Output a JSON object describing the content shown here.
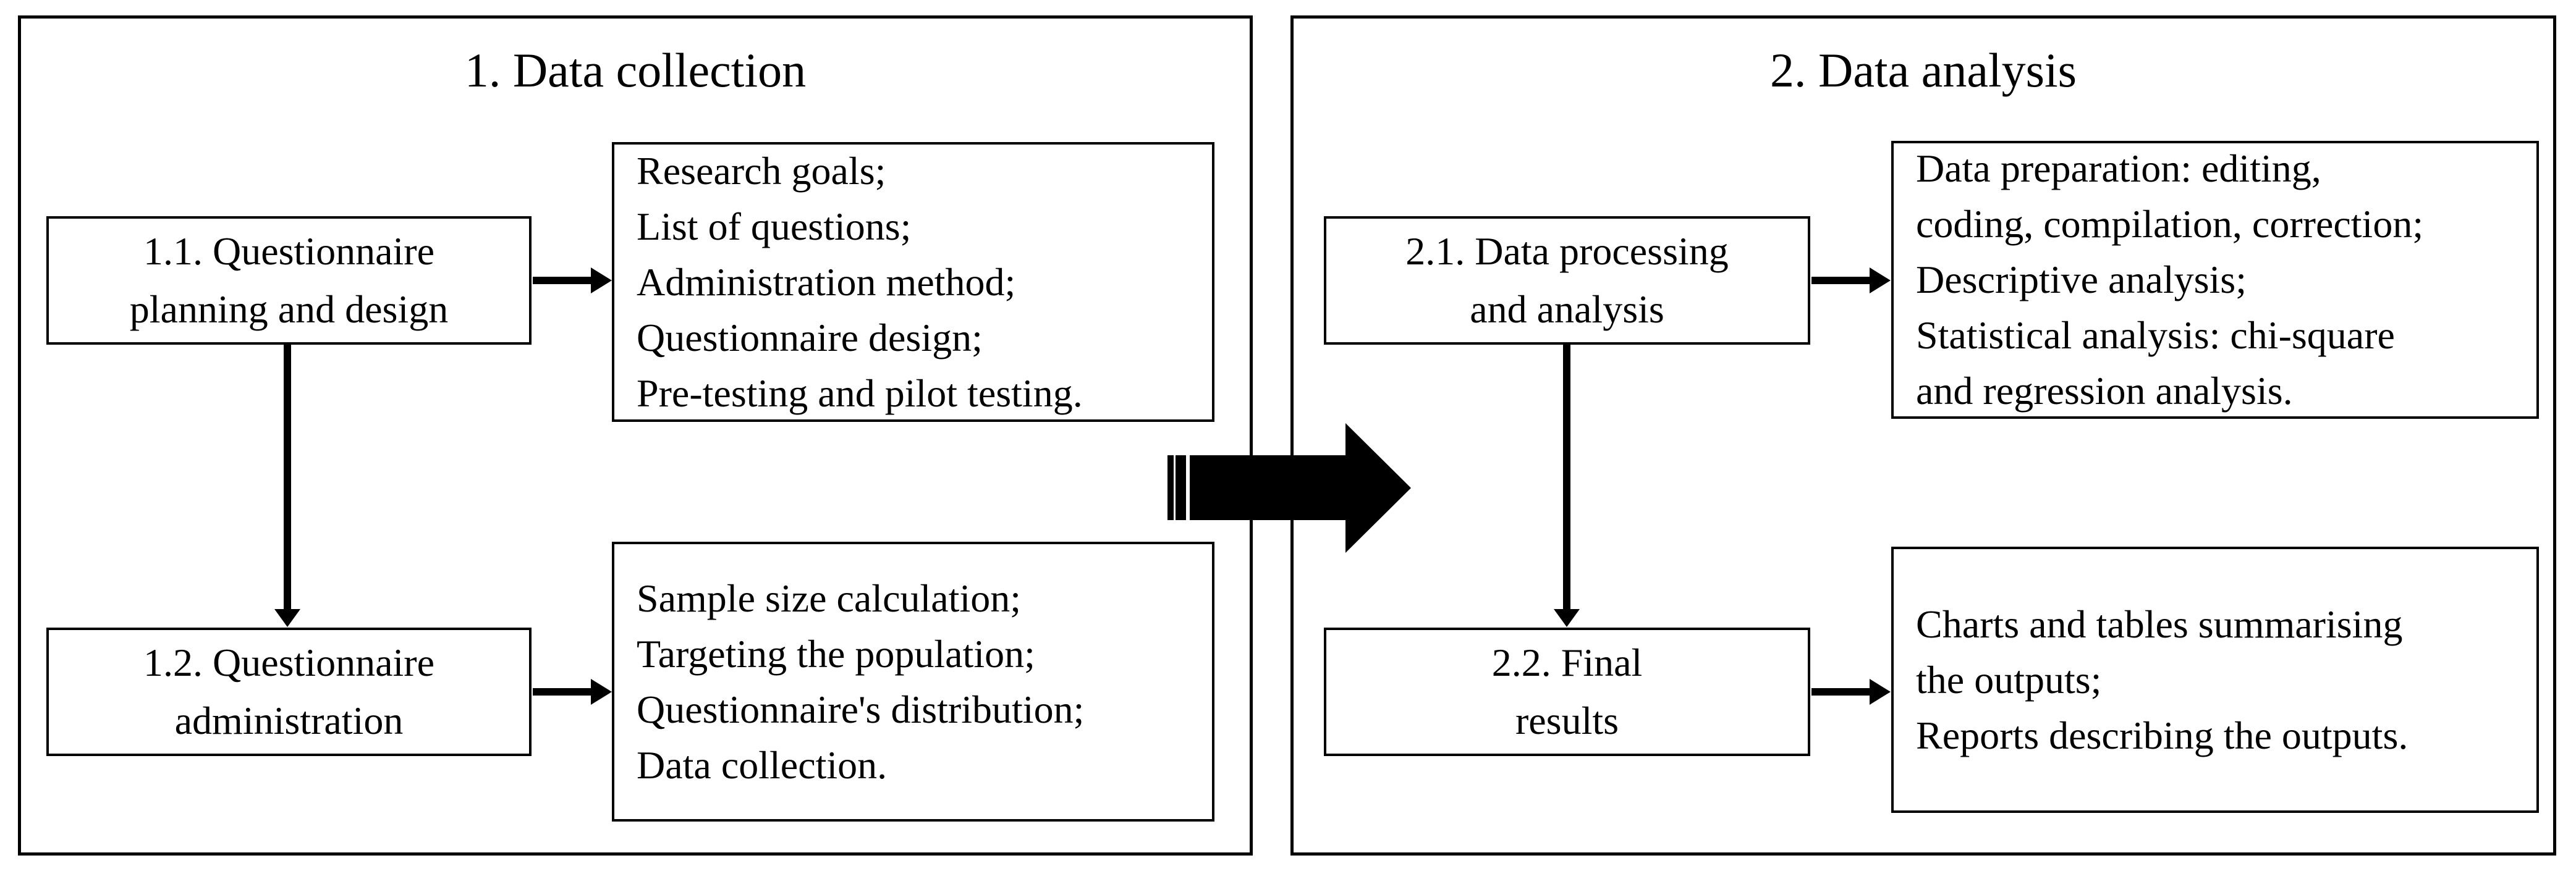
{
  "figure": {
    "type": "flowchart",
    "background_color": "#ffffff",
    "ink_color": "#000000"
  },
  "panels": [
    {
      "title": "1. Data collection",
      "boxes": {
        "step1": {
          "lines": [
            "1.1. Questionnaire",
            "planning and design"
          ]
        },
        "step1_details": {
          "lines": [
            "Research goals;",
            "List of questions;",
            "Administration method;",
            "Questionnaire design;",
            "Pre-testing and pilot testing."
          ]
        },
        "step2": {
          "lines": [
            "1.2. Questionnaire",
            "administration"
          ]
        },
        "step2_details": {
          "lines": [
            "Sample size calculation;",
            "Targeting the population;",
            "Questionnaire's distribution;",
            "Data collection."
          ]
        }
      }
    },
    {
      "title": "2. Data analysis",
      "boxes": {
        "step1": {
          "lines": [
            "2.1. Data processing",
            "and analysis"
          ]
        },
        "step1_details": {
          "lines": [
            "Data preparation: editing,",
            "coding, compilation, correction;",
            "Descriptive analysis;",
            "Statistical analysis: chi-square",
            "and regression analysis."
          ]
        },
        "step2": {
          "lines": [
            "2.2. Final",
            "results"
          ]
        },
        "step2_details": {
          "lines": [
            "Charts and tables summarising",
            "the outputs;",
            "Reports describing the outputs."
          ]
        }
      }
    }
  ]
}
